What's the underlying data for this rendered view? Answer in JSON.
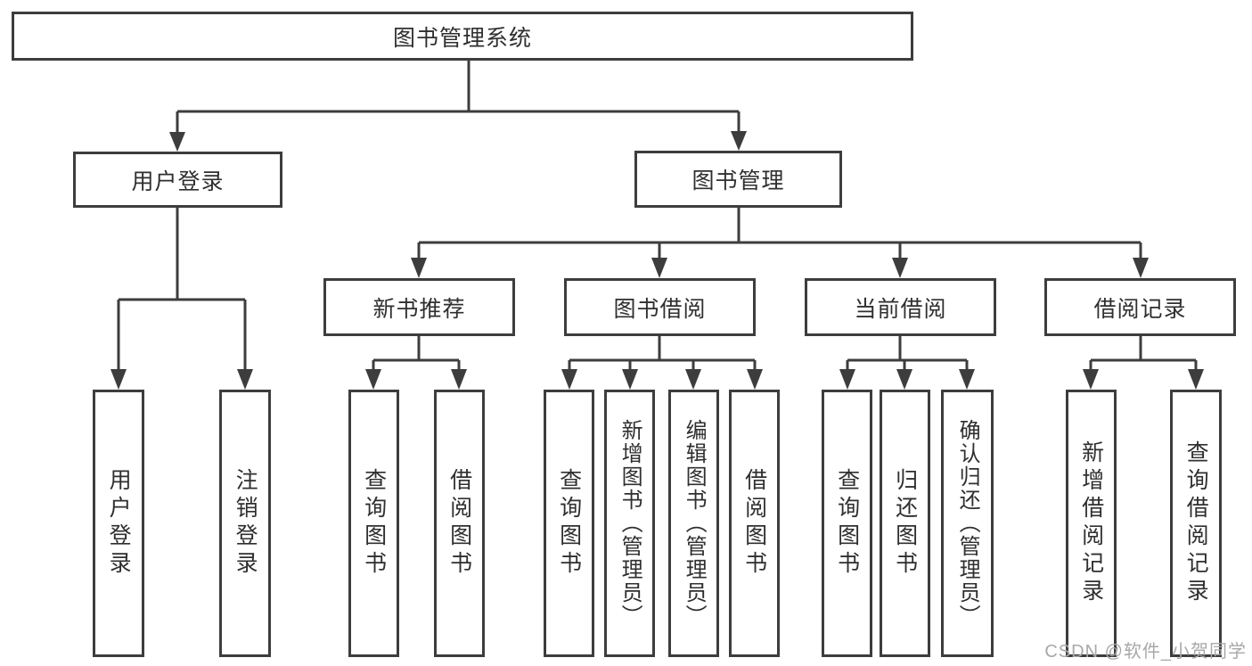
{
  "tree": {
    "root": {
      "label": "图书管理系统",
      "children": [
        {
          "label": "用户登录",
          "children": [
            {
              "label": "用户登录"
            },
            {
              "label": "注销登录"
            }
          ]
        },
        {
          "label": "图书管理",
          "children": [
            {
              "label": "新书推荐",
              "children": [
                {
                  "label": "查询图书"
                },
                {
                  "label": "借阅图书"
                }
              ]
            },
            {
              "label": "图书借阅",
              "children": [
                {
                  "label": "查询图书"
                },
                {
                  "label": "新增图书（管理员）"
                },
                {
                  "label": "编辑图书（管理员）"
                },
                {
                  "label": "借阅图书"
                }
              ]
            },
            {
              "label": "当前借阅",
              "children": [
                {
                  "label": "查询图书"
                },
                {
                  "label": "归还图书"
                },
                {
                  "label": "确认归还（管理员）"
                }
              ]
            },
            {
              "label": "借阅记录",
              "children": [
                {
                  "label": "新增借阅记录"
                },
                {
                  "label": "查询借阅记录"
                }
              ]
            }
          ]
        }
      ]
    }
  },
  "watermark": {
    "text": "CSDN @软件_小贺同学"
  },
  "colors": {
    "line": "#3d3d3d",
    "text": "#2f2f2f",
    "watermark": "#a8a8a8",
    "background": "#ffffff"
  }
}
